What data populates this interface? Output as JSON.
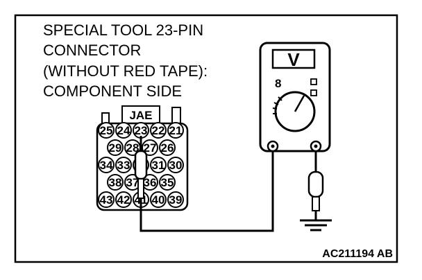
{
  "caption": {
    "lines": [
      "SPECIAL TOOL 23-PIN",
      "CONNECTOR",
      "(WITHOUT RED TAPE):",
      "COMPONENT SIDE"
    ]
  },
  "connector": {
    "brand": "JAE",
    "rows": [
      [
        "25",
        "24",
        "23",
        "22",
        "21"
      ],
      [
        "29",
        "28",
        "27",
        "26"
      ],
      [
        "34",
        "33",
        "32",
        "31",
        "30"
      ],
      [
        "38",
        "37",
        "36",
        "35"
      ],
      [
        "43",
        "42",
        "41",
        "40",
        "39"
      ]
    ]
  },
  "meter": {
    "display_symbol": "V",
    "function_label": "8"
  },
  "figure_code": "AC211194 AB"
}
